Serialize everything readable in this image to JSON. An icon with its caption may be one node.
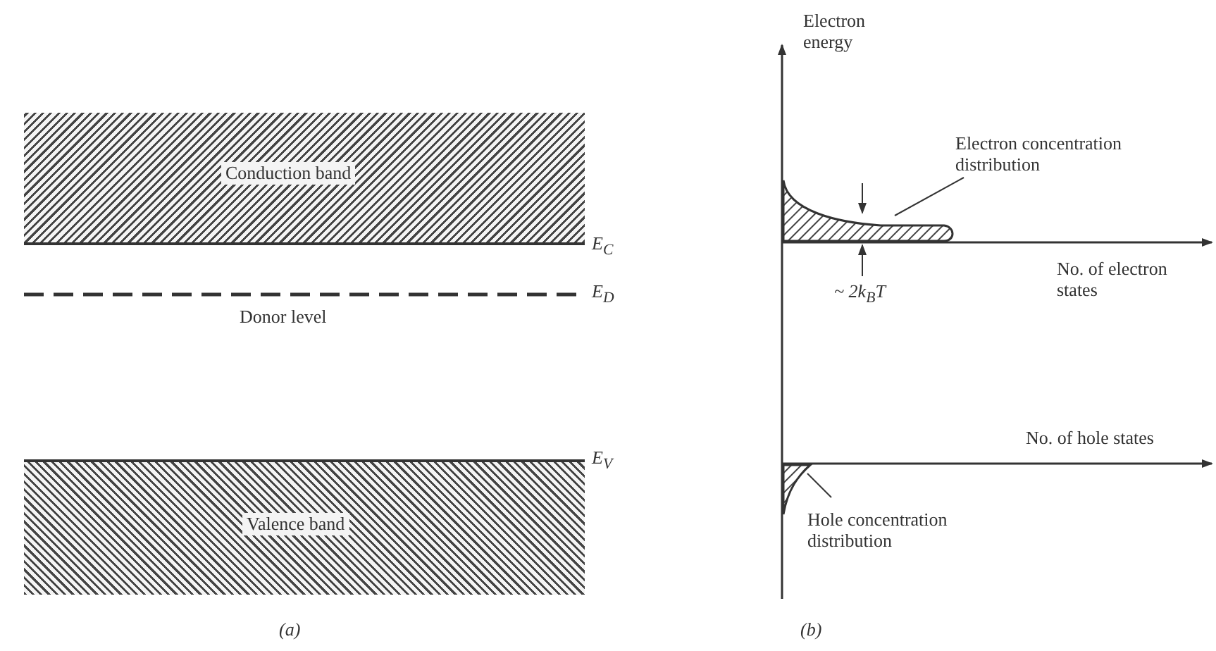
{
  "diagram": {
    "nodes": [
      {
        "text": [
          "Conduction band"
        ]
      },
      {
        "text": [
          "Valence band"
        ]
      },
      {
        "text": [],
        "shape": "picture"
      },
      {
        "text": [
          "Electron concentration distribution"
        ]
      },
      {
        "text": [],
        "shape": "picture"
      },
      {
        "text": [
          "Hole concentration distribution"
        ]
      }
    ],
    "edges": [
      {
        "from": 3,
        "to": 2,
        "arrow": "none"
      },
      {
        "from": 5,
        "to": 4,
        "arrow": "none"
      }
    ],
    "labels": [
      "E$_{C}$",
      "E$_{D}$",
      "Donor level",
      "E$_{V}$",
      "(a)",
      "Electron energy",
      "~ 2k$_{B}$T",
      "No. of electron states",
      "No. of hole states",
      "(b)"
    ]
  }
}
